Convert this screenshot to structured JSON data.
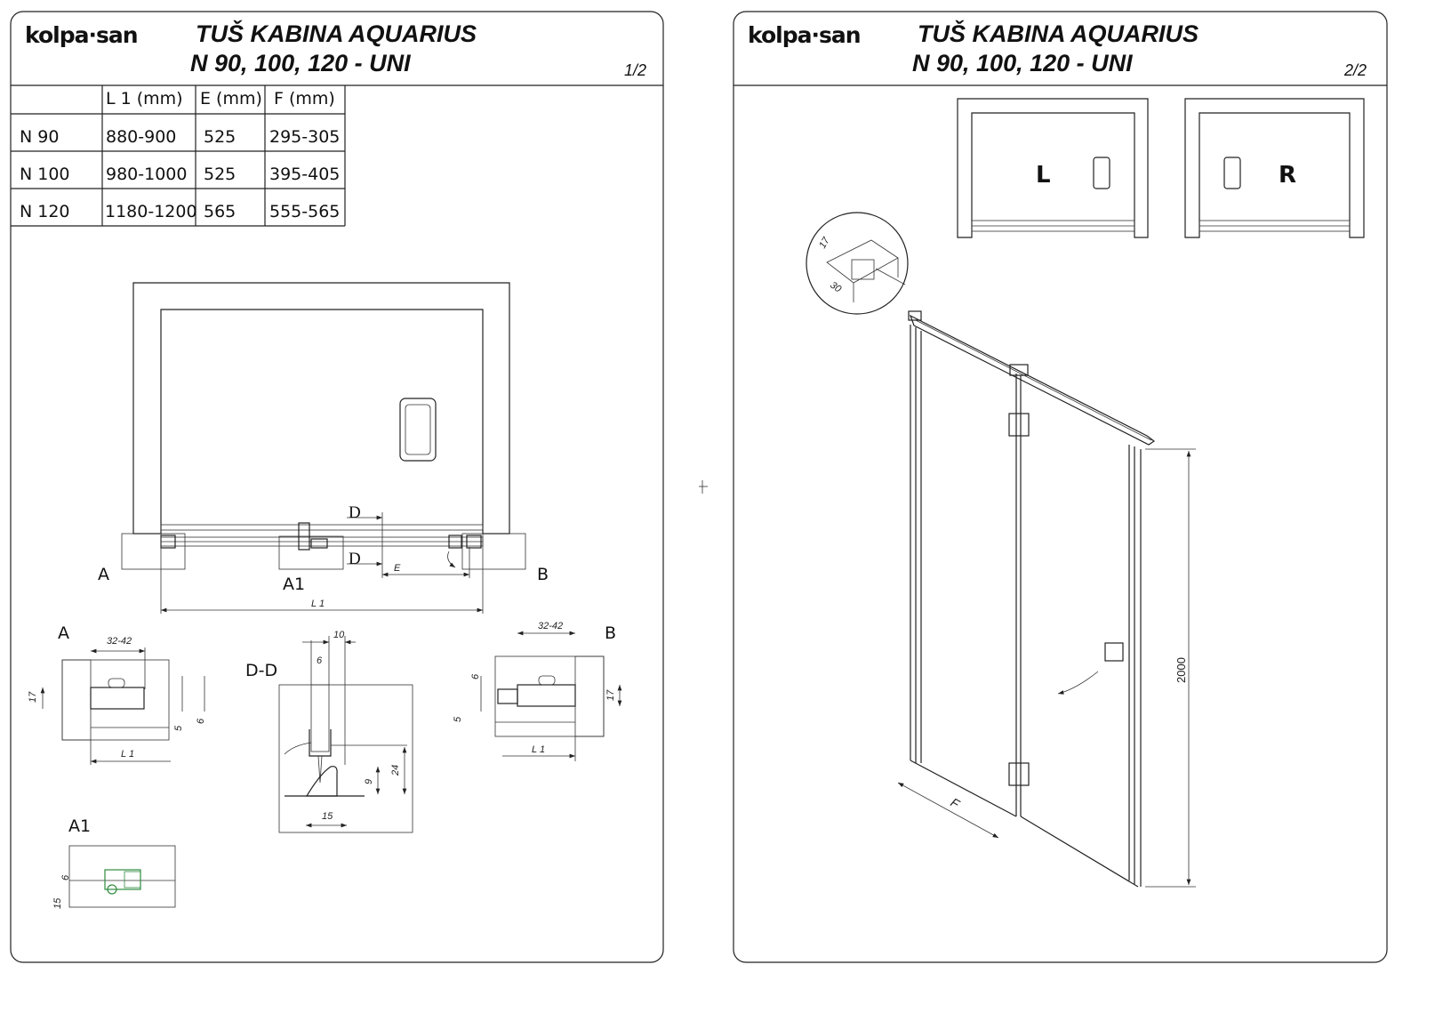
{
  "brand": {
    "logo_text": "kolpa·san"
  },
  "pages": [
    {
      "title": "TUŠ KABINA AQUARIUS",
      "subtitle": "N 90, 100, 120 -  UNI",
      "page_number": "1/2"
    },
    {
      "title": "TUŠ KABINA AQUARIUS",
      "subtitle": "N 90, 100, 120 - UNI",
      "page_number": "2/2"
    }
  ],
  "table": {
    "headers": [
      "",
      "L 1 (mm)",
      "E (mm)",
      "F (mm)"
    ],
    "rows": [
      [
        "N 90",
        "880-900",
        "525",
        "295-305"
      ],
      [
        "N 100",
        "980-1000",
        "525",
        "395-405"
      ],
      [
        "N 120",
        "1180-1200",
        "565",
        "555-565"
      ]
    ]
  },
  "plan": {
    "labels": {
      "a": "A",
      "a1": "A1",
      "b": "B",
      "d_top": "D",
      "d_bottom": "D",
      "e": "E",
      "l1": "L 1"
    }
  },
  "details": {
    "a": {
      "label": "A",
      "width": "32-42",
      "h17": "17",
      "d5": "5",
      "d6": "6",
      "l1": "L 1"
    },
    "dd": {
      "label": "D-D",
      "d10": "10",
      "d6": "6",
      "d24": "24",
      "d9": "9",
      "d15": "15"
    },
    "b": {
      "label": "B",
      "width": "32-42",
      "h17": "17",
      "d6": "6",
      "d5": "5",
      "l1": "L 1"
    },
    "a1": {
      "label": "A1",
      "d6": "6",
      "d15": "15"
    }
  },
  "page2": {
    "left_label": "L",
    "right_label": "R",
    "profile": {
      "d17": "17",
      "d30": "30"
    },
    "height": "2000",
    "f_label": "F"
  }
}
